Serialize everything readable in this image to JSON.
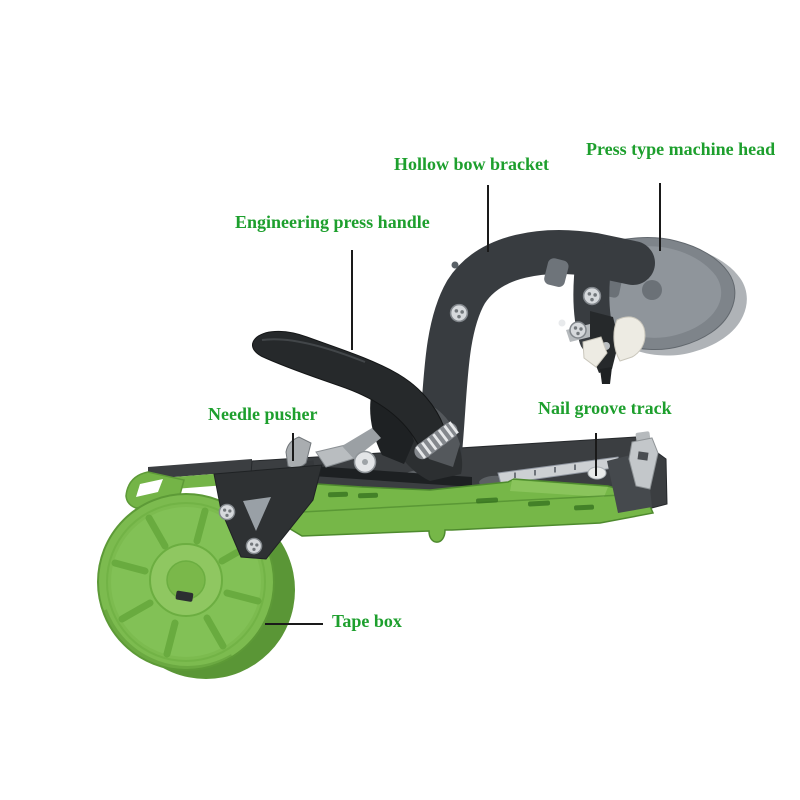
{
  "figure": {
    "alt": "Plant tying machine (tapetool) with labeled parts",
    "background": "#ffffff"
  },
  "colors": {
    "label_text": "#1d9f2d",
    "leader_line": "#1a1a1a",
    "machine_green": "#76b748",
    "reel_green": "#7cbb4f",
    "reel_green_dark": "#5a9636",
    "reel_green_light": "#8fc761",
    "dark_parts": "#26292b",
    "bracket_gray": "#383c40",
    "chassis_gray": "#3b3e41",
    "head_gray": "#7e848a",
    "metal_silver": "#cdd0d3",
    "foot_ivory": "#edebe3"
  },
  "labels": {
    "press_head": "Press type machine head",
    "bow_bracket": "Hollow bow bracket",
    "press_handle": "Engineering press handle",
    "needle_pusher": "Needle pusher",
    "nail_groove": "Nail groove track",
    "tape_box": "Tape box"
  }
}
